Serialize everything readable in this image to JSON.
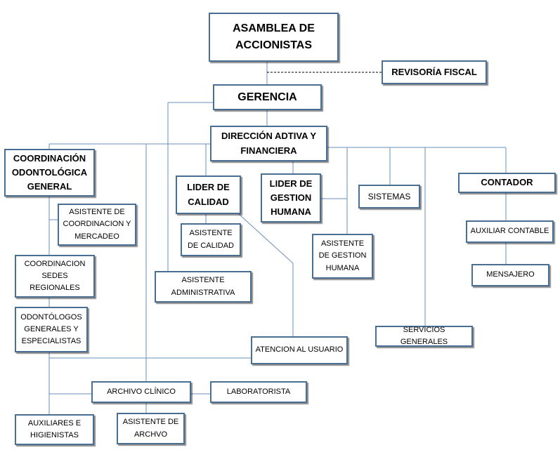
{
  "colors": {
    "border": "#4a6f94",
    "line": "#6b8fb8",
    "text": "#000000"
  },
  "nodes": {
    "asamblea": "ASAMBLEA DE\nACCIONISTAS",
    "revisoria": "REVISORÍA FISCAL",
    "gerencia": "GERENCIA",
    "direccion": "DIRECCIÓN ADTIVA Y\nFINANCIERA",
    "coordinacion_odontologica": "COORDINACIÓN\nODONTOLÓGICA\nGENERAL",
    "lider_calidad": "LIDER DE\nCALIDAD",
    "lider_gestion": "LIDER DE\nGESTION\nHUMANA",
    "sistemas": "SISTEMAS",
    "contador": "CONTADOR",
    "asistente_coordinacion": "ASISTENTE DE\nCOORDINACION Y\nMERCADEO",
    "asistente_calidad": "ASISTENTE\nDE CALIDAD",
    "asistente_gestion": "ASISTENTE\nDE GESTION\nHUMANA",
    "auxiliar_contable": "AUXILIAR CONTABLE",
    "coordinacion_sedes": "COORDINACION\nSEDES\nREGIONALES",
    "asistente_administrativa": "ASISTENTE\nADMINISTRATIVA",
    "mensajero": "MENSAJERO",
    "odontologos": "ODONTÓLOGOS\nGENERALES Y\nESPECIALISTAS",
    "servicios_generales": "SERVICIOS GENERALES",
    "atencion_usuario": "ATENCION AL USUARIO",
    "archivo_clinico": "ARCHIVO CLÍNICO",
    "laboratorista": "LABORATORISTA",
    "auxiliares_higienistas": "AUXILIARES E\nHIGIENISTAS",
    "asistente_archivo": "ASISTENTE DE\nARCHVO"
  }
}
